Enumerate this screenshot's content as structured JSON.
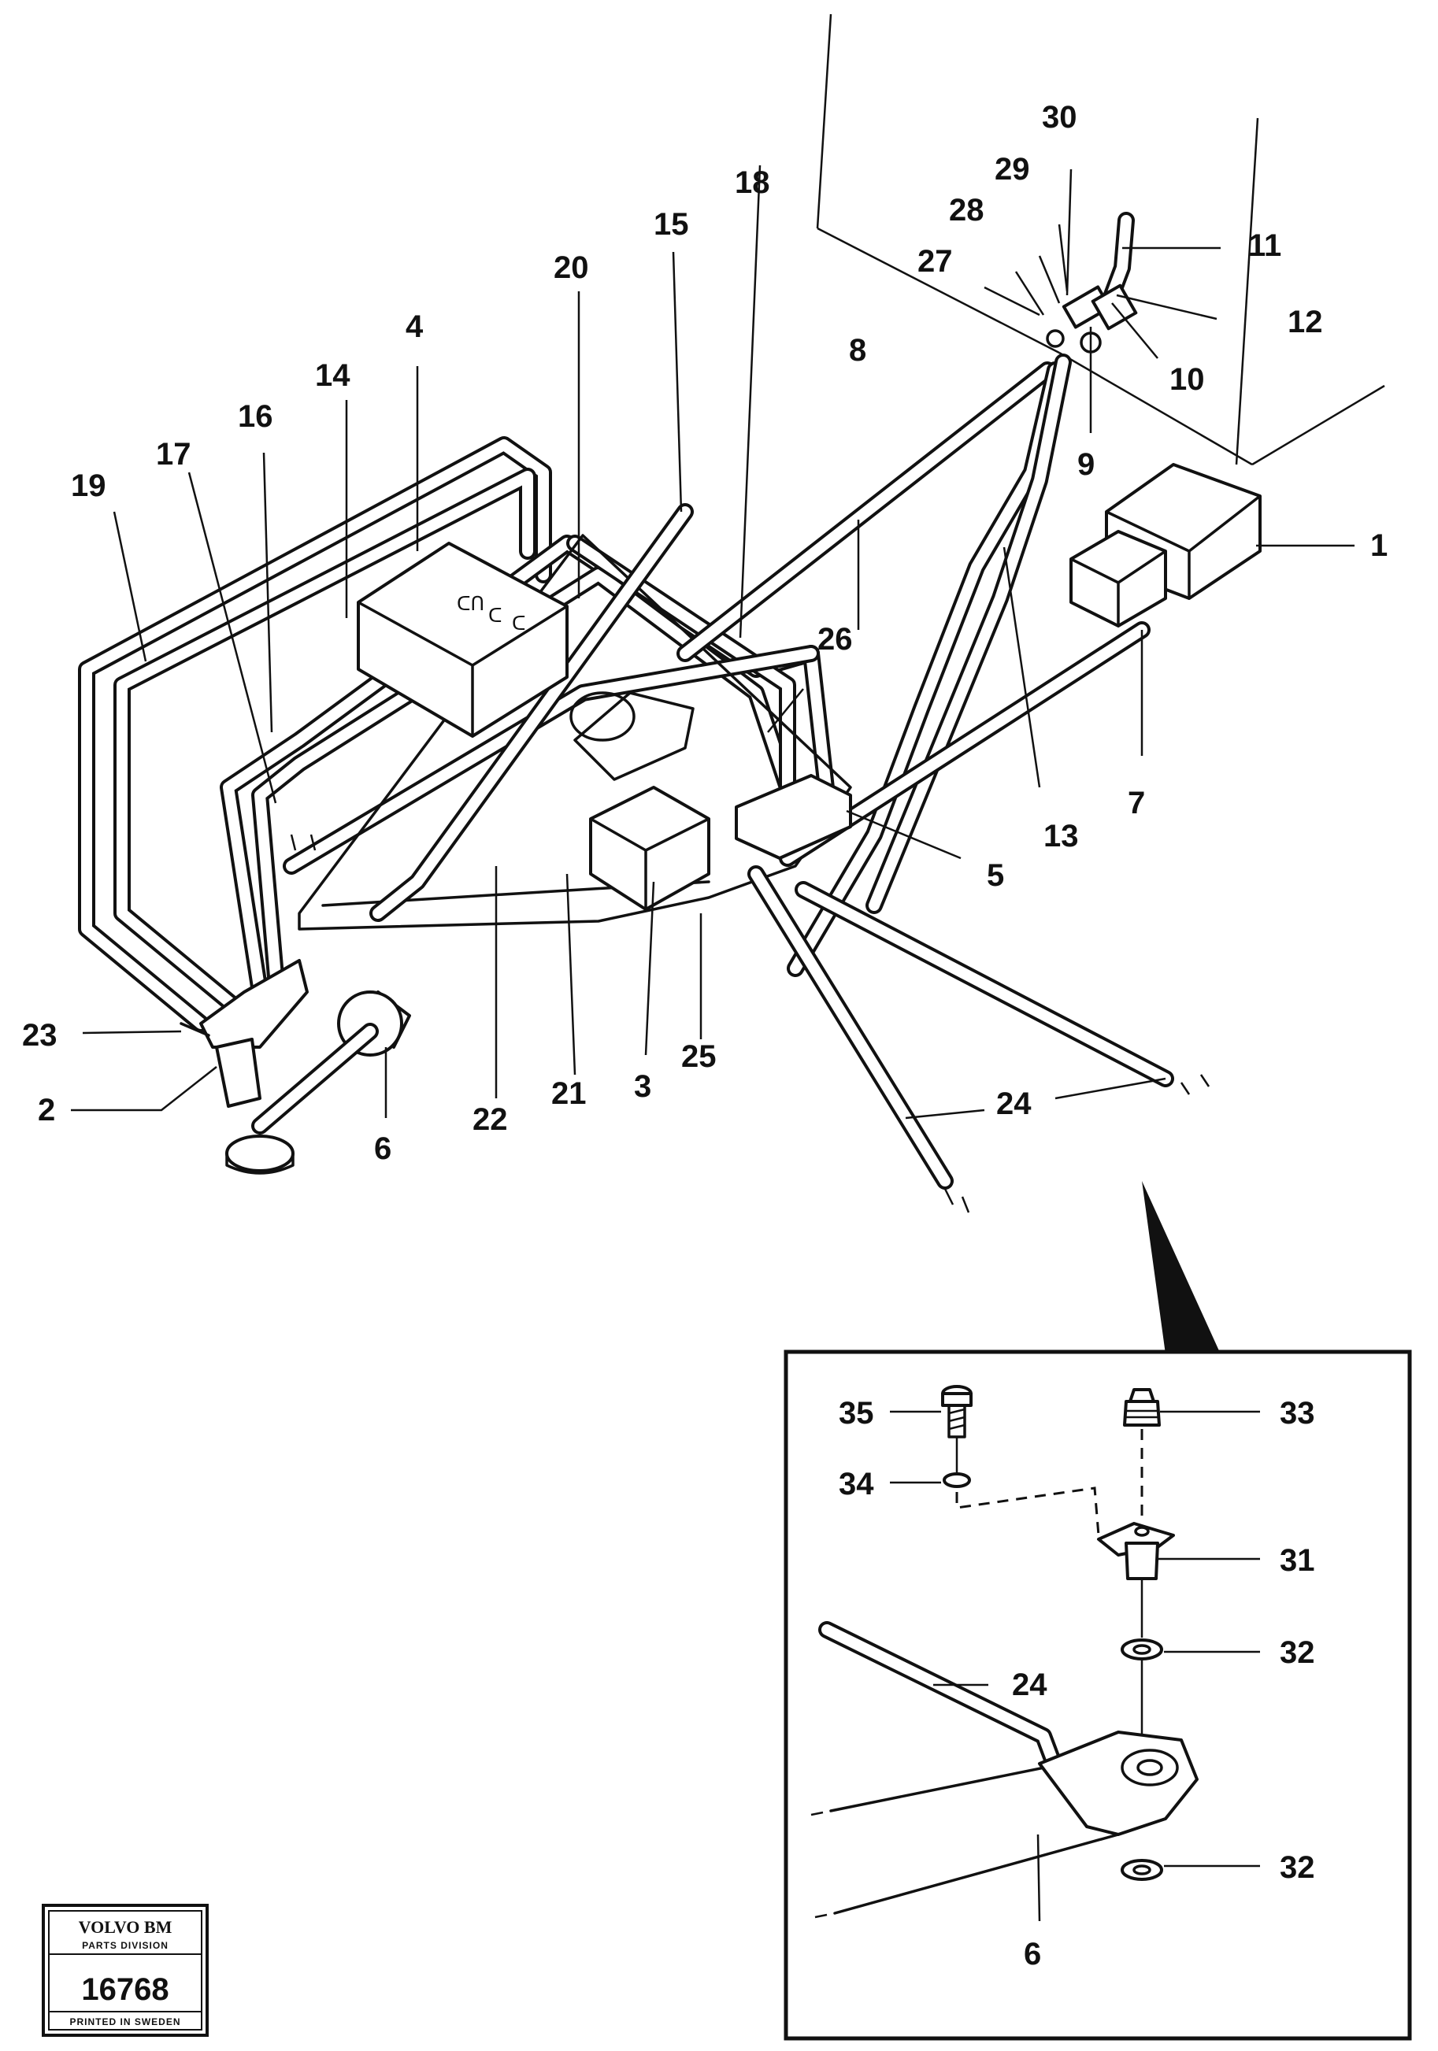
{
  "callouts": {
    "c1": "1",
    "c2": "2",
    "c3": "3",
    "c4": "4",
    "c5": "5",
    "c6": "6",
    "c7": "7",
    "c8": "8",
    "c9": "9",
    "c10": "10",
    "c11": "11",
    "c12": "12",
    "c13": "13",
    "c14": "14",
    "c15": "15",
    "c16": "16",
    "c17": "17",
    "c18": "18",
    "c19": "19",
    "c20": "20",
    "c21": "21",
    "c22": "22",
    "c23": "23",
    "c24": "24",
    "c25": "25",
    "c26": "26",
    "c27": "27",
    "c28": "28",
    "c29": "29",
    "c30": "30"
  },
  "detail_callouts": {
    "d35": "35",
    "d33": "33",
    "d34": "34",
    "d31": "31",
    "d32a": "32",
    "d24": "24",
    "d32b": "32",
    "d6": "6"
  },
  "logo": {
    "brand": "VOLVO BM",
    "division": "PARTS DIVISION",
    "number": "16768",
    "printed": "PRINTED IN SWEDEN"
  }
}
